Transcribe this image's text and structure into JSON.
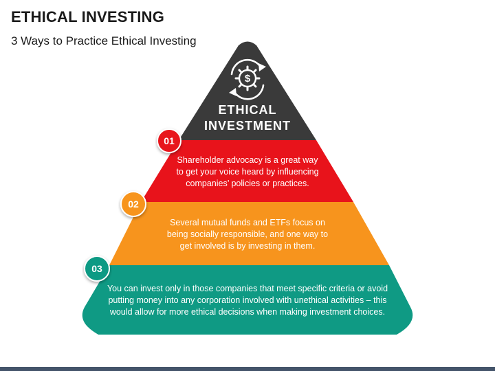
{
  "header": {
    "title": "ETHICAL INVESTING",
    "subtitle": "3 Ways to Practice Ethical Investing"
  },
  "pyramid": {
    "apex": {
      "line1": "ETHICAL",
      "line2": "INVESTMENT",
      "icon": "dollar-gear-cycle-icon",
      "color": "#3a3a3a"
    },
    "tiers": [
      {
        "number": "01",
        "color": "#e8131b",
        "lines": [
          "Shareholder advocacy is a great way",
          "to get your voice heard by influencing",
          "companies’ policies or practices."
        ]
      },
      {
        "number": "02",
        "color": "#f7941d",
        "lines": [
          "Several mutual funds and ETFs focus on",
          "being socially responsible, and one way to",
          "get involved is by investing in them."
        ]
      },
      {
        "number": "03",
        "color": "#0f9a84",
        "lines": [
          "You can invest only in those companies that meet specific criteria or avoid",
          "putting money into any corporation involved with unethical activities – this",
          "would allow for more ethical decisions when making investment choices."
        ]
      }
    ]
  },
  "colors": {
    "bottom_bar": "#44546a"
  }
}
